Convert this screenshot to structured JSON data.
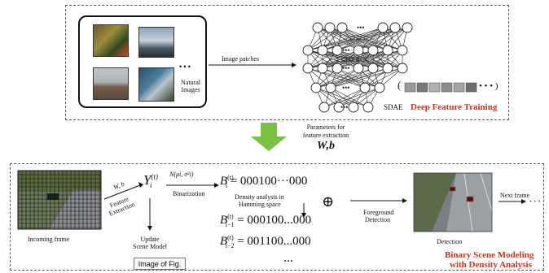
{
  "top_panel": {
    "natural_images_label": "Natural Images",
    "ellipsis": "• • •",
    "image_patches_label": "Image patches",
    "sdae_label": "SDAE",
    "deep_feature_title": "Deep Feature Training",
    "paren_open": "(",
    "paren_close": "• • • )"
  },
  "middle": {
    "parameters_line1": "Parameters for",
    "parameters_line2": "feature extraction",
    "parameters_symbol": "W,b",
    "arrow_color": "#7ac143"
  },
  "bottom_panel": {
    "incoming_frame_label": "Incoming frame",
    "wb_label": "W, b",
    "feature_extraction_label": "Feature Extraction",
    "y_symbol": "Y",
    "y_sup": "(t)",
    "y_sub": "i",
    "normal_label": "N(μi, σ²i)",
    "binarization_label": "Binarization",
    "update_line1": "Update",
    "update_line2": "Scene Model",
    "eq1": "= 000100···000",
    "eq2": "= 000100...000",
    "eq3": "= 001100...000",
    "b_symbol": "B",
    "sup_t": "(t)",
    "sub_i": "i",
    "sub_i1": "i−1",
    "sub_i2": "i−2",
    "vdots": "···",
    "density_line1": "Density analysis in",
    "density_line2": "Hamming space",
    "xor_symbol": "⊕",
    "foreground_line1": "Foreground",
    "foreground_line2": "Detection",
    "detection_label": "Detection",
    "next_frame_label": "Next frame",
    "next_dots": "· · ·",
    "binary_title_line1": "Binary Scene Modeling",
    "binary_title_line2": "with Density Analysis"
  },
  "tooltip": "Image of Fig.",
  "colors": {
    "accent_red": "#c0392b",
    "green_arrow": "#7ac143"
  }
}
